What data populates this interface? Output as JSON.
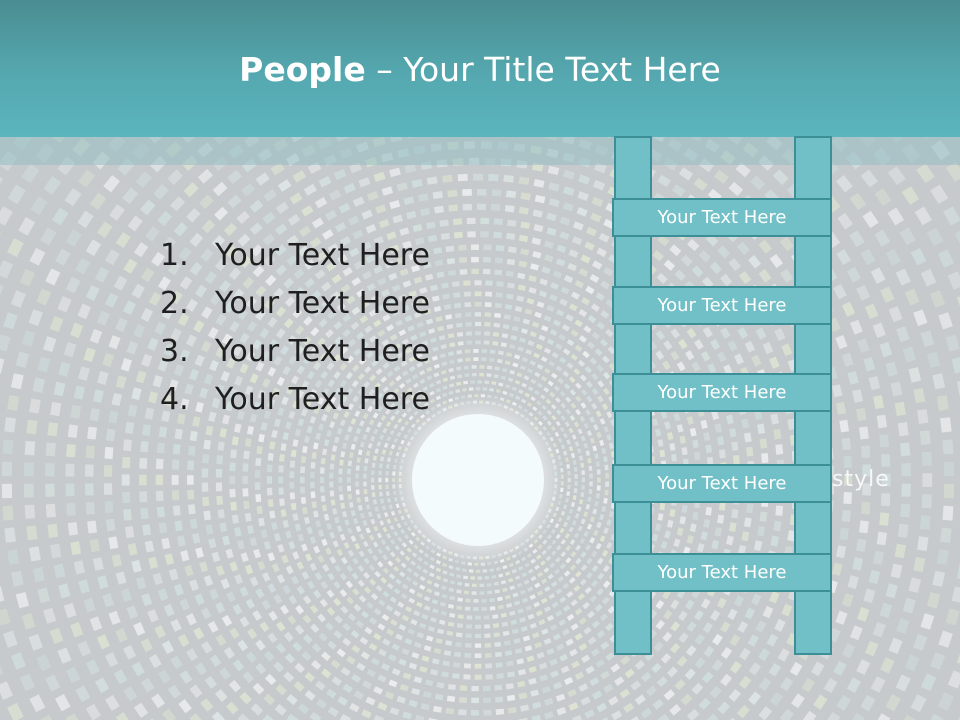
{
  "title": {
    "bold": "People",
    "rest": " – Your Title Text Here"
  },
  "list": [
    {
      "number": "1.",
      "text": "Your Text Here"
    },
    {
      "number": "2.",
      "text": "Your Text Here"
    },
    {
      "number": "3.",
      "text": "Your Text Here"
    },
    {
      "number": "4.",
      "text": "Your Text Here"
    }
  ],
  "ladder": {
    "rungs": [
      "Your Text Here",
      "Your Text Here",
      "Your Text Here",
      "Your Text Here",
      "Your Text Here"
    ]
  },
  "watermark": "style",
  "colors": {
    "title_band": "#55a8b0",
    "ladder_fill": "#72c0c7",
    "ladder_border": "#3d8f97",
    "background": "#c6cacc"
  }
}
